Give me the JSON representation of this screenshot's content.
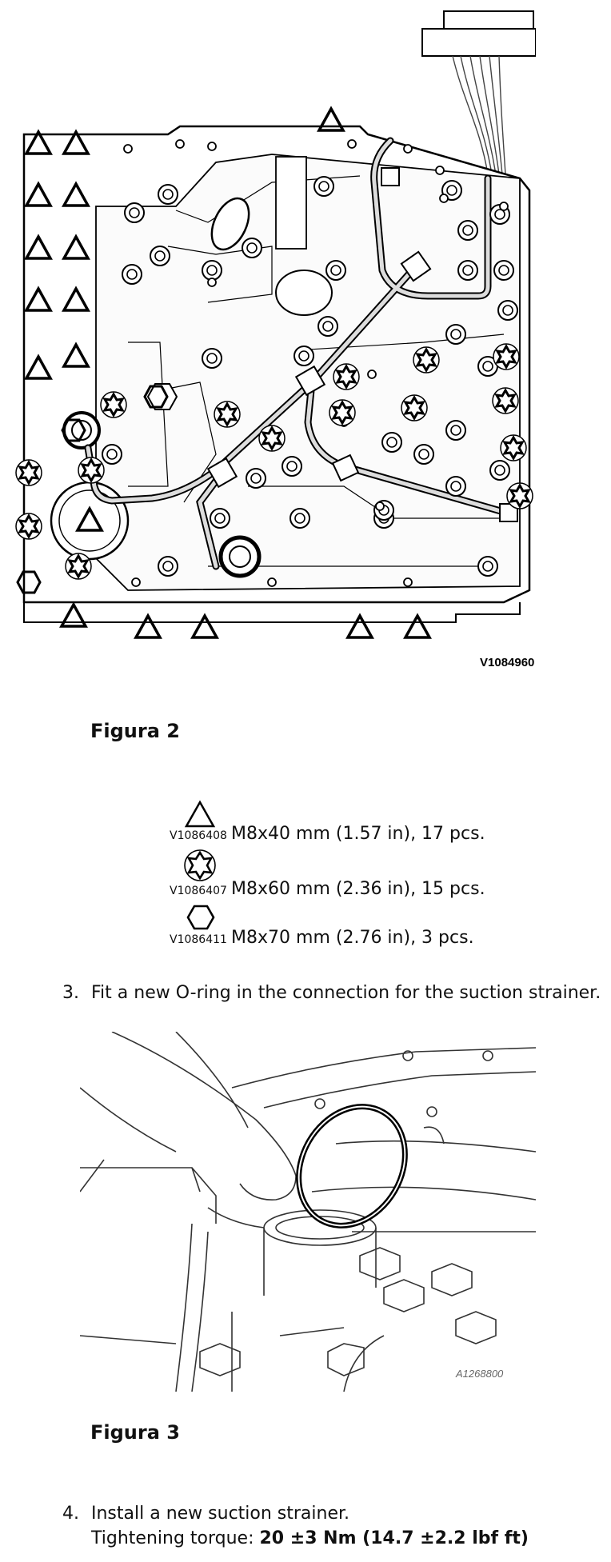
{
  "figure2": {
    "code": "V1084960",
    "caption": "Figura 2",
    "legend": [
      {
        "icon": "triangle-icon",
        "code": "V1086408",
        "text": "M8x40 mm (1.57 in), 17 pcs."
      },
      {
        "icon": "star-bolt-icon",
        "code": "V1086407",
        "text": "M8x60 mm (2.36 in), 15 pcs."
      },
      {
        "icon": "hexagon-icon",
        "code": "V1086411",
        "text": "M8x70 mm (2.76 in), 3 pcs."
      }
    ]
  },
  "step3": {
    "number": "3.",
    "text": "Fit a new O-ring in the connection for the suction strainer."
  },
  "figure3": {
    "code": "A1268800",
    "caption": "Figura 3"
  },
  "step4": {
    "number": "4.",
    "text": "Install a new suction strainer.",
    "torque_label": "Tightening torque: ",
    "torque_value": "20 ±3 Nm (14.7 ±2.2 lbf ft)"
  }
}
